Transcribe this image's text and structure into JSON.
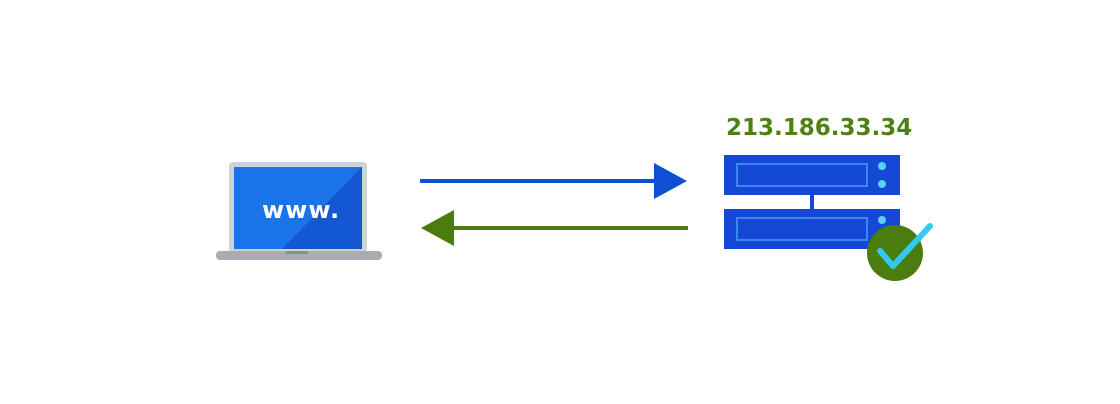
{
  "diagram": {
    "client": {
      "screen_text": "www.",
      "icon": "laptop-icon"
    },
    "server": {
      "ip_address": "213.186.33.34",
      "icon": "server-icon",
      "status_icon": "checkmark-icon"
    },
    "arrows": {
      "request_direction": "client-to-server",
      "response_direction": "server-to-client"
    },
    "colors": {
      "request_arrow": "#0e4fd6",
      "response_arrow": "#4a7d0d",
      "laptop_screen": "#1a6fe0",
      "server_body": "#1648d6",
      "check_badge": "#4a7d0d",
      "check_mark": "#33c9f5",
      "ip_text": "#4f8112"
    }
  }
}
